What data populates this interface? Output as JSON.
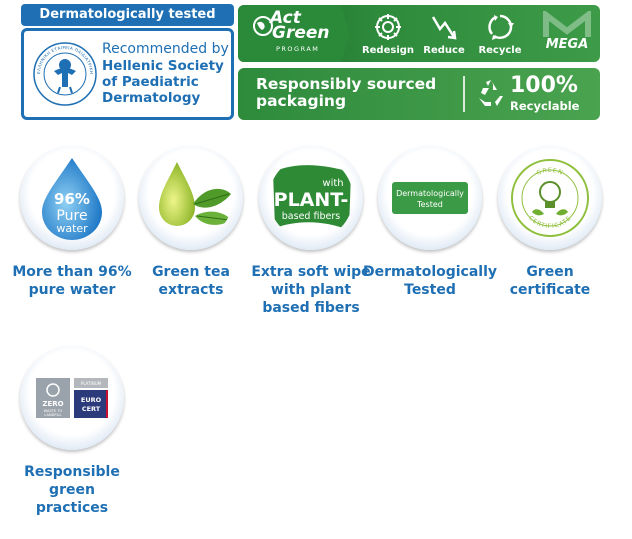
{
  "badge": {
    "header": "Dermatologically tested",
    "recommended": "Recommended by",
    "society_name": "Hellenic Society of Paediatric Dermatology",
    "seal_text": "ΕΛΛΗΝΙΚΗ ΕΤΑΙΡΕΙΑ ΠΑΙΔΙΑΤΡΙΚΗΣ ΔΕΡΜΑΤΟΛΟΓΙΑΣ"
  },
  "act_green": {
    "title_line1": "Act",
    "title_line2": "Green",
    "program": "PROGRAM",
    "steps": [
      {
        "label": "Redesign",
        "icon": "redesign-gear-icon"
      },
      {
        "label": "Reduce",
        "icon": "reduce-arrow-icon"
      },
      {
        "label": "Recycle",
        "icon": "recycle-icon"
      }
    ],
    "brand": "MEGA"
  },
  "packaging": {
    "text": "Responsibly sourced packaging",
    "percent": "100%",
    "recyclable": "Recyclable"
  },
  "features": [
    {
      "caption": "More than 96% pure water",
      "icon": "water-drop-icon",
      "pct": "96%",
      "pure": "Pure",
      "water": "water"
    },
    {
      "caption": "Green tea extracts",
      "icon": "green-tea-leaves-icon"
    },
    {
      "caption": "Extra soft wipe with plant based fibers",
      "icon": "plant-fibers-icon",
      "with": "with",
      "plant": "PLANT-",
      "based": "based fibers"
    },
    {
      "caption": "Dermatologically Tested",
      "icon": "dermatologically-tested-icon",
      "label1": "Dermatologically",
      "label2": "Tested"
    },
    {
      "caption": "Green certificate",
      "icon": "green-certificate-icon",
      "ring_top": "GREEN",
      "ring_bottom": "CERTIFICATE"
    },
    {
      "caption": "Responsible green practices",
      "icon": "zero-waste-eurocert-icon",
      "zero": "ZERO",
      "zero_sub1": "WASTE TO",
      "zero_sub2": "LANDFILL",
      "platinum": "PLATINUM",
      "euro": "EURO",
      "cert": "CERT"
    }
  ],
  "colors": {
    "brand_blue": "#1e6fb3",
    "green_dark": "#1f6f2e",
    "green_light": "#4aa34f"
  }
}
